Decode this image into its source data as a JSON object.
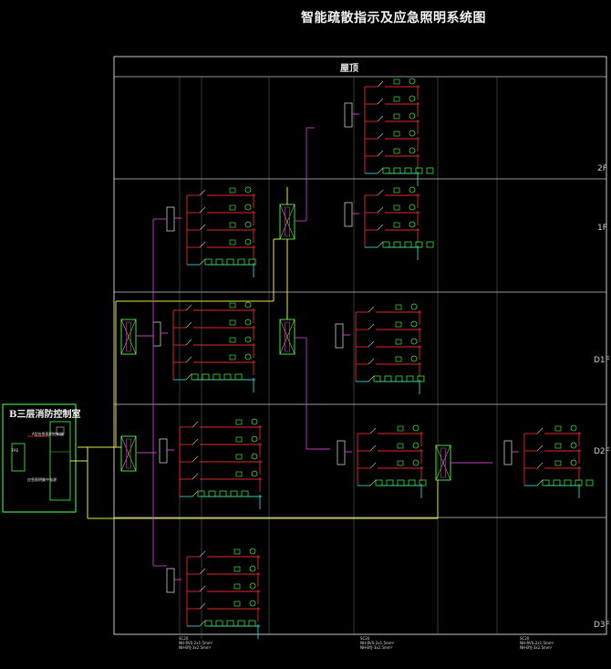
{
  "title": "智能疏散指示及应急照明系统图",
  "roof_label": "屋顶",
  "floors": [
    "2F",
    "1F",
    "D1F",
    "D2F",
    "D3F"
  ],
  "control_room": {
    "label": "B三层消防控制室",
    "items": [
      "A型应急照明控制器",
      "FAS",
      "应急照明集中电源"
    ]
  },
  "cable_notes": [
    {
      "id": "SC20",
      "lines": [
        "SC20",
        "NH-RVS-2x1.5mm²",
        "NH-BYJ-3x2.5mm²"
      ]
    },
    {
      "id": "SC20b",
      "lines": [
        "SC20",
        "NH-RVS-2x1.5mm²",
        "NH-BYJ-3x2.5mm²"
      ]
    },
    {
      "id": "SC20c",
      "lines": [
        "SC20",
        "NH-RVS-2x1.5mm²",
        "NH-BYJ-3x2.5mm²"
      ]
    }
  ],
  "colors": {
    "background": "#000000",
    "frame": "#c8c8c8",
    "grid": "#6e6e6e",
    "power": "#e62828",
    "signal": "#2fd0d0",
    "trunk": "#e6e640",
    "bus": "#c040c0",
    "device": "#3ee03e"
  }
}
